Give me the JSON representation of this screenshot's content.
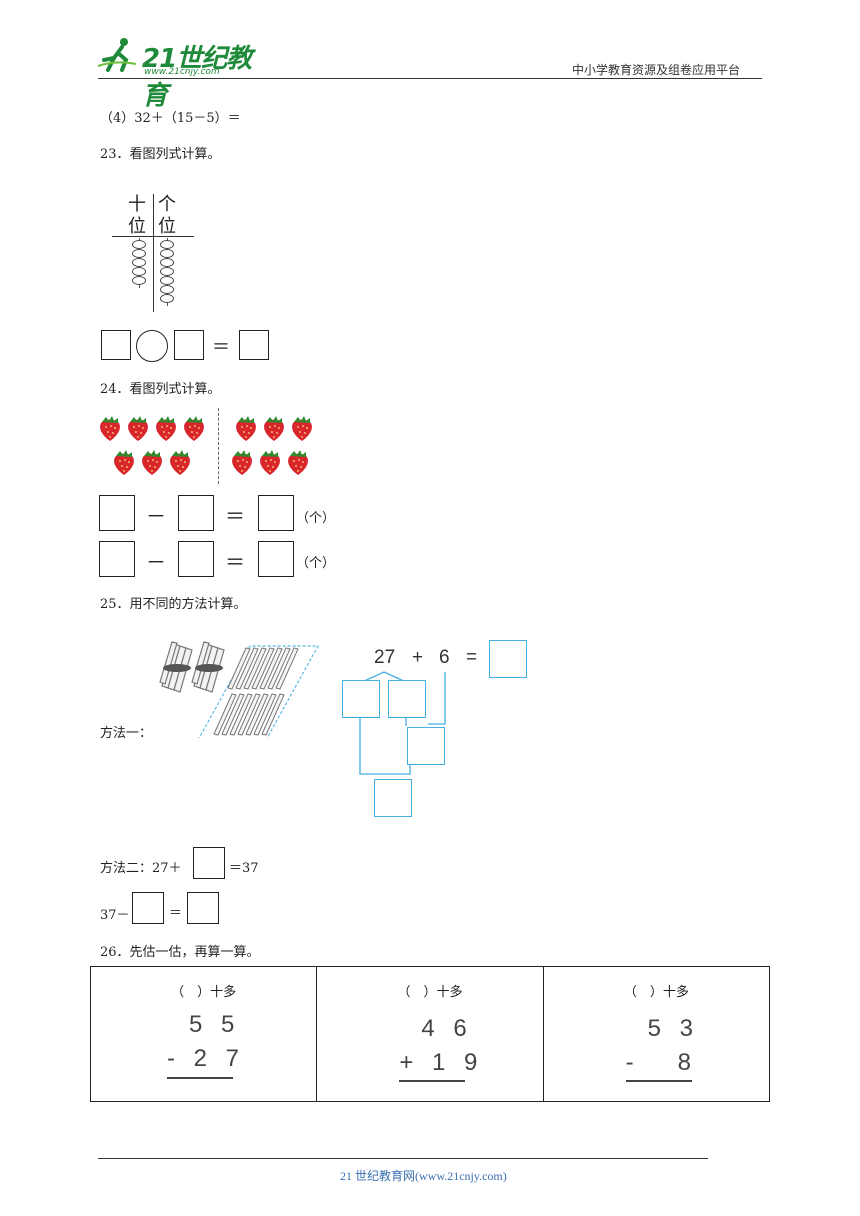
{
  "header": {
    "logo_main": "21世纪教育",
    "logo_sub": "www.21cnjy.com",
    "platform": "中小学教育资源及组卷应用平台"
  },
  "q22_4": "（4）32＋（15－5）＝",
  "q23": {
    "title": "23．看图列式计算。",
    "tens_label": [
      "十",
      "位"
    ],
    "ones_label": [
      "个",
      "位"
    ],
    "tens_beads": 5,
    "ones_beads": 7,
    "equals": "＝"
  },
  "q24": {
    "title": "24．看图列式计算。",
    "left_strawberries": 7,
    "right_strawberries": 6,
    "rows": [
      {
        "minus": "－",
        "equals": "＝",
        "unit": "（个）"
      },
      {
        "minus": "－",
        "equals": "＝",
        "unit": "（个）"
      }
    ]
  },
  "q25": {
    "title": "25．用不同的方法计算。",
    "method1": "方法一：",
    "expr": {
      "a": "27",
      "plus": "+",
      "b": "6",
      "eq": "="
    },
    "method2_prefix": "方法二：27＋",
    "method2_suffix": "＝37",
    "line2_prefix": "37－",
    "line2_eq": "＝"
  },
  "q26": {
    "title": "26．先估一估，再算一算。",
    "cells": [
      {
        "head": "（　）十多",
        "top": "5 5",
        "bottom": "- 2 7"
      },
      {
        "head": "（　）十多",
        "top": "4 6",
        "bottom": "+ 1 9"
      },
      {
        "head": "（　）十多",
        "top": "5 3",
        "bottom": "-   8"
      }
    ]
  },
  "footer": "21 世纪教育网(www.21cnjy.com)",
  "colors": {
    "logo": "#1f8a3a",
    "blue_box": "#45aee0",
    "strawberry": "#d8262c",
    "footer": "#3a6fb0"
  }
}
